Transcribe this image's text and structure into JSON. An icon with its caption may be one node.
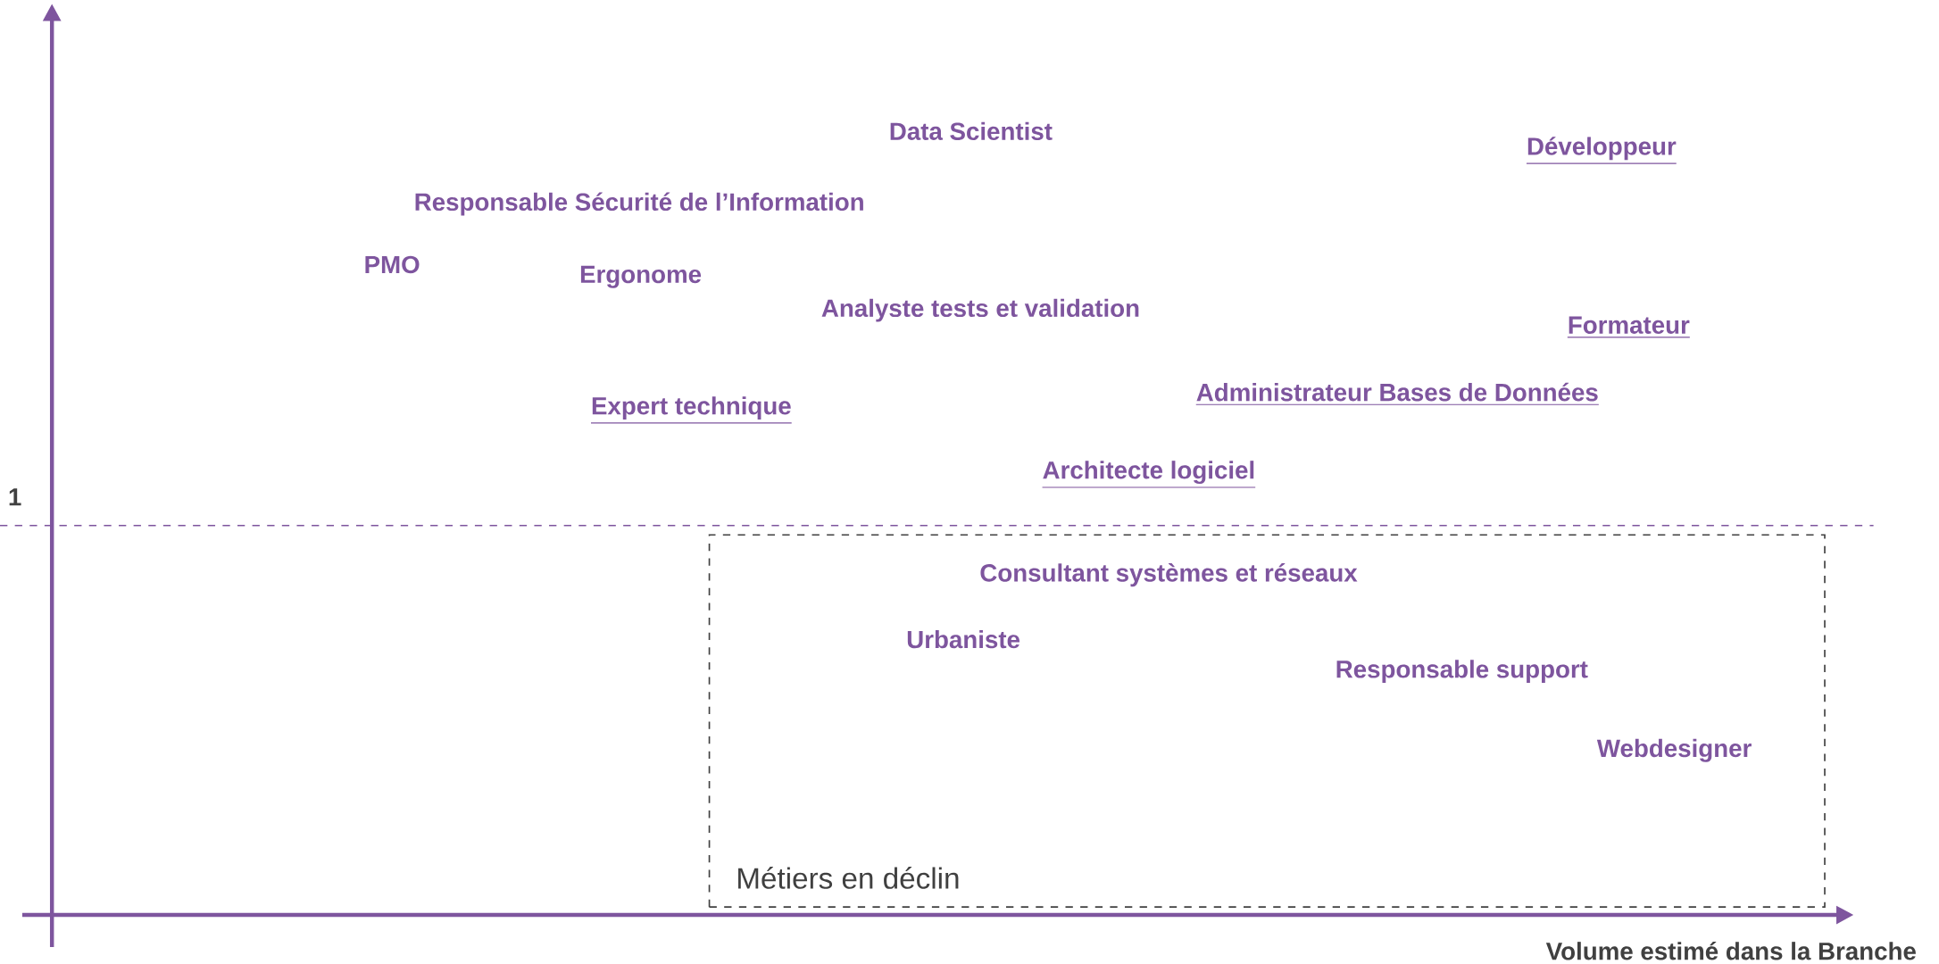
{
  "diagram": {
    "nodes": [
      {
        "text": [
          "Métiers en déclin"
        ]
      }
    ],
    "edges": [],
    "labels": [
      "Data Scientist",
      "Développeur",
      "Responsable Sécurité de l’Information",
      "PMO",
      "Ergonome",
      "Analyste tests et validation",
      "Formateur",
      "Administrateur Bases de Données",
      "Expert technique",
      "Architecte logiciel",
      "1",
      "Consultant systèmes et réseaux",
      "Urbaniste",
      "Responsable support",
      "Webdesigner",
      "Volume estimé dans la Branche"
    ]
  }
}
